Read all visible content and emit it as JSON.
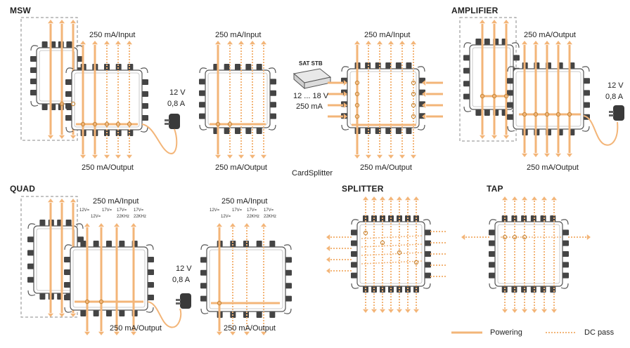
{
  "colors": {
    "powering": "#f3b578",
    "dc_pass": "#f3b578",
    "device_border": "#555555",
    "device_fill": "#ffffff",
    "connector": "#444444"
  },
  "sections": {
    "msw": {
      "title": "MSW",
      "input": "250 mA/Input",
      "output": "250 mA/Output",
      "psu_voltage": "12 V",
      "psu_current": "0,8 A"
    },
    "cardsplitter": {
      "input_a": "250 mA/Input",
      "output_a": "250 mA/Output",
      "input_b": "250 mA/Input",
      "output_b": "250 mA/Output",
      "stb_label": "SAT STB",
      "stb_voltage": "12 ... 18 V",
      "stb_current": "250 mA",
      "caption": "CardSplitter"
    },
    "amplifier": {
      "title": "AMPLIFIER",
      "output_top": "250 mA/Output",
      "output_bottom": "250 mA/Output",
      "psu_voltage": "12 V",
      "psu_current": "0,8 A"
    },
    "quad": {
      "title": "QUAD",
      "input_a": "250 mA/Input",
      "output_a": "250 mA/Output",
      "input_b": "250 mA/Input",
      "output_b": "250 mA/Output",
      "psu_voltage": "12 V",
      "psu_current": "0,8 A",
      "port_labels": [
        "12V=",
        "12V=",
        "17V=",
        "17V=",
        "17V=",
        "22KHz",
        "22KHz"
      ]
    },
    "splitter": {
      "title": "SPLITTER"
    },
    "tap": {
      "title": "TAP"
    }
  },
  "legend": {
    "powering": "Powering",
    "dc_pass": "DC pass"
  }
}
